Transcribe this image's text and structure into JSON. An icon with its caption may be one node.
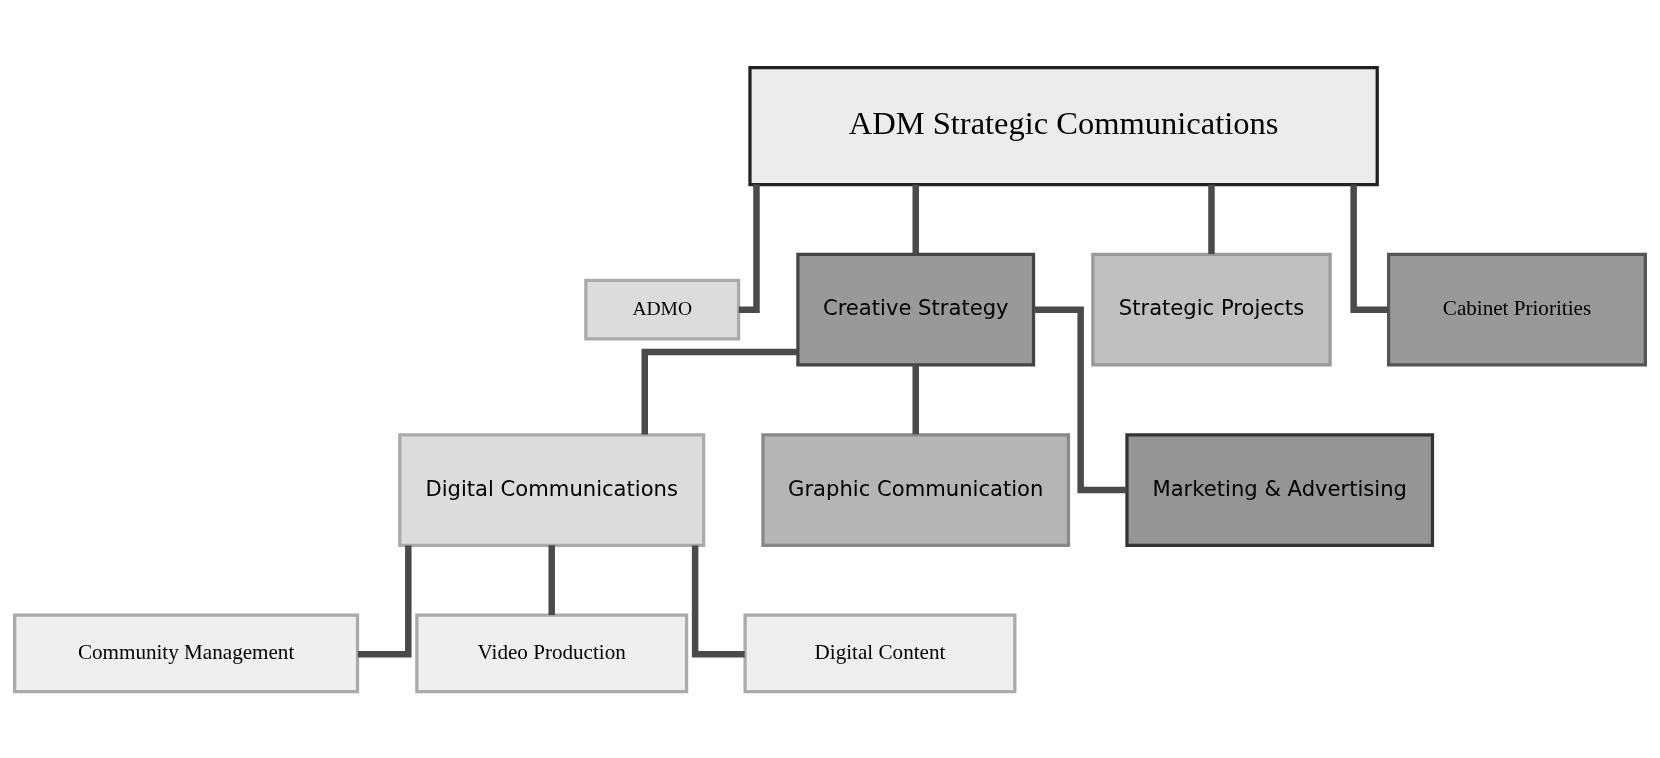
{
  "diagram": {
    "nodes": [
      {
        "text": [
          "ADM Strategic Communications"
        ]
      },
      {
        "text": [
          "ADMO"
        ]
      },
      {
        "text": [
          "Creative Strategy"
        ]
      },
      {
        "text": [
          "Strategic Projects"
        ]
      },
      {
        "text": [
          "Cabinet Priorities"
        ]
      },
      {
        "text": [
          "Digital Communications"
        ]
      },
      {
        "text": [
          "Graphic Communication"
        ]
      },
      {
        "text": [
          "Marketing & Advertising"
        ]
      },
      {
        "text": [
          "Community Management"
        ]
      },
      {
        "text": [
          "Video Production"
        ]
      },
      {
        "text": [
          "Digital Content"
        ]
      }
    ],
    "edges": [
      {
        "from": 0,
        "to": 1,
        "arrow": "none"
      },
      {
        "from": 0,
        "to": 2,
        "arrow": "none"
      },
      {
        "from": 0,
        "to": 3,
        "arrow": "none"
      },
      {
        "from": 0,
        "to": 4,
        "arrow": "none"
      },
      {
        "from": 2,
        "to": 5,
        "arrow": "none"
      },
      {
        "from": 2,
        "to": 6,
        "arrow": "none"
      },
      {
        "from": 2,
        "to": 7,
        "arrow": "none"
      },
      {
        "from": 5,
        "to": 8,
        "arrow": "none"
      },
      {
        "from": 5,
        "to": 9,
        "arrow": "none"
      },
      {
        "from": 5,
        "to": 10,
        "arrow": "none"
      }
    ]
  }
}
